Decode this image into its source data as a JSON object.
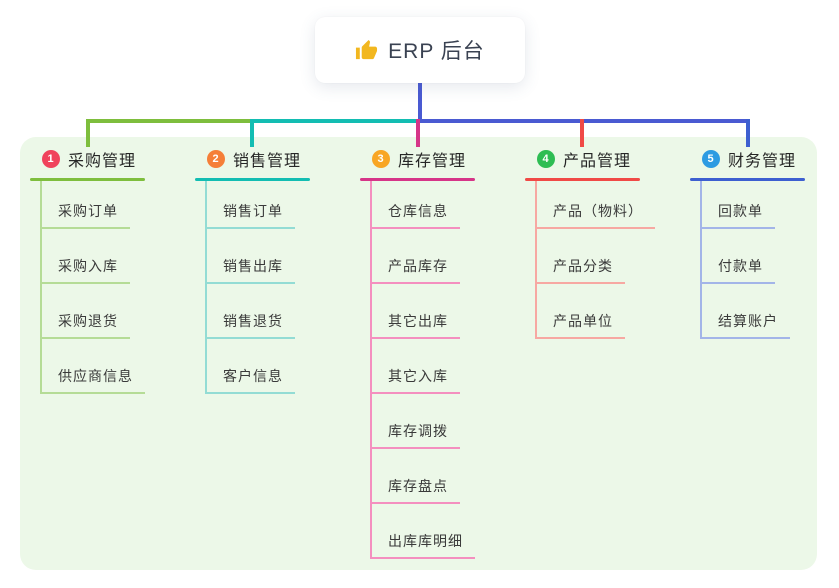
{
  "root": {
    "label": "ERP 后台",
    "icon": "thumbs-up",
    "icon_color": "#F2B71F"
  },
  "panel": {
    "color": "#ECF8E8"
  },
  "connector": {
    "root_color": "#4A5AD2"
  },
  "branches": [
    {
      "number": "1",
      "label": "采购管理",
      "badge_color": "#F0435C",
      "line_color": "#7EBE3D",
      "light_color": "#B5DC96",
      "children": [
        "采购订单",
        "采购入库",
        "采购退货",
        "供应商信息"
      ]
    },
    {
      "number": "2",
      "label": "销售管理",
      "badge_color": "#F57F38",
      "line_color": "#13BDB2",
      "light_color": "#93DCD4",
      "children": [
        "销售订单",
        "销售出库",
        "销售退货",
        "客户信息"
      ]
    },
    {
      "number": "3",
      "label": "库存管理",
      "badge_color": "#F8A624",
      "line_color": "#D63588",
      "light_color": "#F48FBF",
      "children": [
        "仓库信息",
        "产品库存",
        "其它出库",
        "其它入库",
        "库存调拨",
        "库存盘点",
        "出库库明细"
      ]
    },
    {
      "number": "4",
      "label": "产品管理",
      "badge_color": "#2EBD53",
      "line_color": "#F04A46",
      "light_color": "#F7A8A2",
      "children": [
        "产品（物料）",
        "产品分类",
        "产品单位"
      ]
    },
    {
      "number": "5",
      "label": "财务管理",
      "badge_color": "#2D9BE2",
      "line_color": "#3D5FD0",
      "light_color": "#A3B5E8",
      "children": [
        "回款单",
        "付款单",
        "结算账户"
      ]
    }
  ]
}
